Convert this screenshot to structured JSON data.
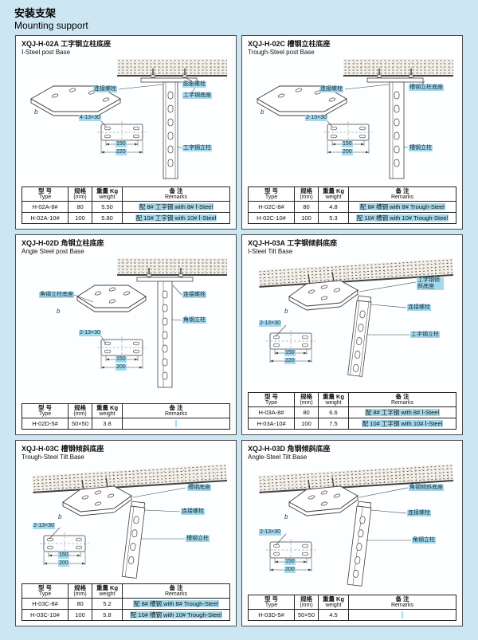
{
  "page": {
    "title_zh": "安装支架",
    "title_en": "Mounting support"
  },
  "table_headers": [
    {
      "zh": "型 号",
      "en": "Type"
    },
    {
      "zh": "规格",
      "en": "(mm)"
    },
    {
      "zh": "重量 Kg",
      "en": "weight"
    },
    {
      "zh": "备 注",
      "en": "Remarks"
    }
  ],
  "panels": [
    {
      "title_zh": "XQJ-H-02A 工字钢立柱底座",
      "title_en": "Ⅰ-Steel post Base",
      "callouts": [
        "膨胀螺栓",
        "工字钢底座",
        "连接螺栓",
        "工字钢立柱"
      ],
      "dims": {
        "holes": "4-13×30",
        "d1": "150",
        "d2": "220",
        "b": "b"
      },
      "rows": [
        [
          "H-02A-8#",
          "80",
          "5.50",
          "配 8# 工字钢 with 8# Ⅰ-Steel"
        ],
        [
          "H-02A-10#",
          "100",
          "5.80",
          "配 10# 工字钢 with 10# Ⅰ-Steel"
        ]
      ]
    },
    {
      "title_zh": "XQJ-H-02C 槽钢立柱底座",
      "title_en": "Trough-Steel post Base",
      "callouts": [
        "连接螺栓",
        "槽钢立柱底座",
        "槽钢立柱"
      ],
      "dims": {
        "holes": "2-13×30",
        "d1": "150",
        "d2": "200",
        "b": "b"
      },
      "rows": [
        [
          "H-02C-8#",
          "80",
          "4.8",
          "配 8# 槽钢 with 8# Trough-Steel"
        ],
        [
          "H-02C-10#",
          "100",
          "5.3",
          "配 10# 槽钢 with 10# Trough-Steel"
        ]
      ]
    },
    {
      "title_zh": "XQJ-H-02D 角钢立柱底座",
      "title_en": "Angle Steel post Base",
      "callouts": [
        "角钢立柱底座",
        "连接螺栓",
        "角钢立柱"
      ],
      "dims": {
        "holes": "2-13×30",
        "d1": "150",
        "d2": "200",
        "b": "b"
      },
      "rows": [
        [
          "H-02D-5#",
          "50×50",
          "3.8",
          ""
        ]
      ]
    },
    {
      "title_zh": "XQJ-H-03A 工字钢倾斜底座",
      "title_en": "Ⅰ-Steel Tilt Base",
      "callouts": [
        "工字钢倾斜底座",
        "连接螺栓",
        "工字钢立柱"
      ],
      "dims": {
        "holes": "2-13×30",
        "d1": "150",
        "d2": "220",
        "b": "b"
      },
      "rows": [
        [
          "H-03A-8#",
          "80",
          "6.6",
          "配 8# 工字钢 with 8# Ⅰ-Steel"
        ],
        [
          "H-03A-10#",
          "100",
          "7.5",
          "配 10# 工字钢 with 10# Ⅰ-Steel"
        ]
      ]
    },
    {
      "title_zh": "XQJ-H-03C 槽钢倾斜底座",
      "title_en": "Trough-Steel Tilt Base",
      "callouts": [
        "槽钢底座",
        "连接螺栓",
        "槽钢立柱"
      ],
      "dims": {
        "holes": "2-13×30",
        "d1": "150",
        "d2": "200",
        "b": "b"
      },
      "rows": [
        [
          "H-03C-8#",
          "80",
          "5.2",
          "配 8# 槽钢 with 8# Trough-Steel"
        ],
        [
          "H-03C-10#",
          "100",
          "5.8",
          "配 10# 槽钢 with 10# Trough-Steel"
        ]
      ]
    },
    {
      "title_zh": "XQJ-H-03D 角钢倾斜底座",
      "title_en": "Angle-Steel Tilt Base",
      "callouts": [
        "角钢倾斜底座",
        "连接螺栓",
        "角钢立柱"
      ],
      "dims": {
        "holes": "2-13×30",
        "d1": "150",
        "d2": "200",
        "b": "b"
      },
      "rows": [
        [
          "H-03D-5#",
          "50×50",
          "4.5",
          ""
        ]
      ]
    }
  ]
}
